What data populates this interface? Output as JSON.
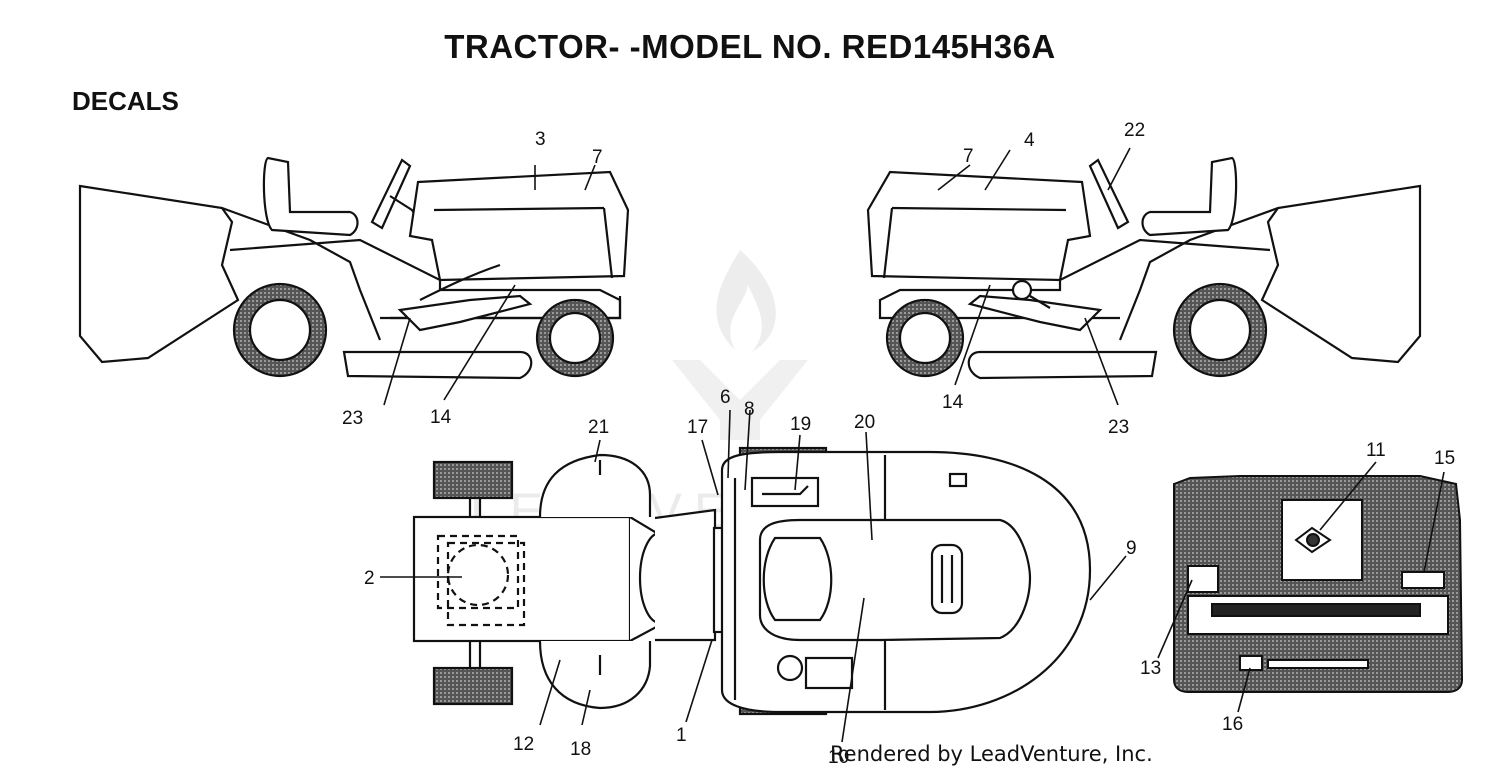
{
  "title": "TRACTOR- -MODEL NO. RED145H36A",
  "section": "DECALS",
  "credit": "Rendered by LeadVenture, Inc.",
  "watermark": "LEADVENTURE",
  "callouts": {
    "c1": "1",
    "c2": "2",
    "c3": "3",
    "c4": "4",
    "c6": "6",
    "c7a": "7",
    "c7b": "7",
    "c8": "8",
    "c9": "9",
    "c10": "10",
    "c11": "11",
    "c12": "12",
    "c13": "13",
    "c14a": "14",
    "c14b": "14",
    "c15": "15",
    "c16": "16",
    "c17": "17",
    "c18": "18",
    "c19": "19",
    "c20": "20",
    "c21": "21",
    "c22": "22",
    "c23a": "23",
    "c23b": "23"
  }
}
